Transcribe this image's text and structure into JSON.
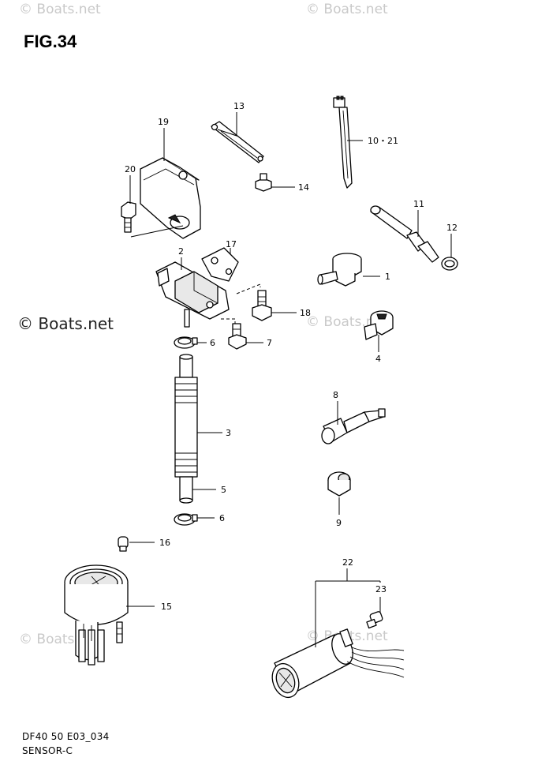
{
  "figure": {
    "title": "FIG.34"
  },
  "watermarks": {
    "text": "© Boats.net",
    "main_text": "© Boats.net"
  },
  "footer": {
    "code": "DF40 50 E03_034",
    "caption": "SENSOR-C"
  },
  "callouts": {
    "c1": "1",
    "c2": "2",
    "c3": "3",
    "c4": "4",
    "c5": "5",
    "c6a": "6",
    "c6b": "6",
    "c7": "7",
    "c8": "8",
    "c9": "9",
    "c10_21": "10・21",
    "c11": "11",
    "c12": "12",
    "c13": "13",
    "c14": "14",
    "c15": "15",
    "c16": "16",
    "c17": "17",
    "c18": "18",
    "c19": "19",
    "c20": "20",
    "c22": "22",
    "c23": "23"
  }
}
